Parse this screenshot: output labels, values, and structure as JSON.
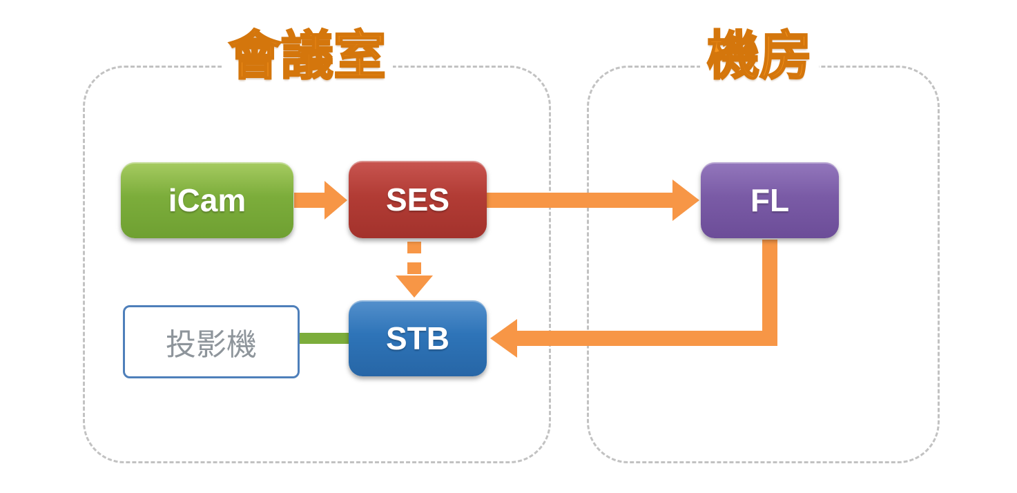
{
  "diagram": {
    "regions": {
      "meeting_room": {
        "title": "會議室"
      },
      "server_room": {
        "title": "機房"
      }
    },
    "nodes": {
      "icam": {
        "label": "iCam",
        "color": "#7cad3b"
      },
      "ses": {
        "label": "SES",
        "color": "#b23c35"
      },
      "stb": {
        "label": "STB",
        "color": "#2e74b8"
      },
      "fl": {
        "label": "FL",
        "color": "#7a5ba6"
      },
      "projector": {
        "label": "投影機",
        "border_color": "#4e7fba",
        "text_color": "#8e959b"
      }
    },
    "connections": [
      {
        "from": "icam",
        "to": "ses",
        "style": "solid-arrow",
        "color": "#f79646"
      },
      {
        "from": "ses",
        "to": "fl",
        "style": "solid-arrow",
        "color": "#f79646"
      },
      {
        "from": "ses",
        "to": "stb",
        "style": "dashed-arrow",
        "color": "#f79646"
      },
      {
        "from": "fl",
        "to": "stb",
        "style": "elbow-arrow",
        "color": "#f79646"
      },
      {
        "from": "projector",
        "to": "stb",
        "style": "plain-line",
        "color": "#7cad3b"
      }
    ],
    "colors": {
      "arrow": "#f79646",
      "region_border": "#c2c2c2",
      "title_text": "#f6941e",
      "connector_green": "#7cad3b"
    }
  }
}
